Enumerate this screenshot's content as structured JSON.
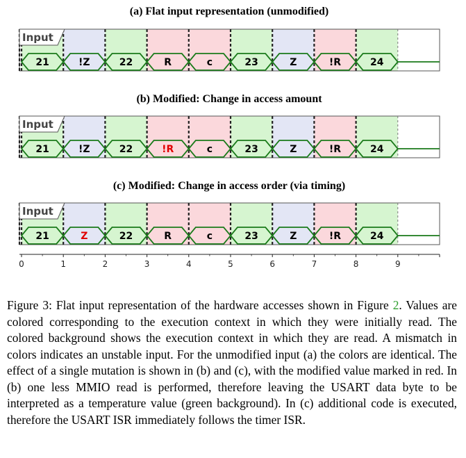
{
  "panels": [
    {
      "id": "a",
      "title": "(a) Flat input representation (unmodified)",
      "label": "Input",
      "cells": [
        {
          "text": "21",
          "text_color": "#000000",
          "bg": "green"
        },
        {
          "text": "!Z",
          "text_color": "#000000",
          "bg": "blue"
        },
        {
          "text": "22",
          "text_color": "#000000",
          "bg": "green"
        },
        {
          "text": "R",
          "text_color": "#000000",
          "bg": "red"
        },
        {
          "text": "c",
          "text_color": "#000000",
          "bg": "red"
        },
        {
          "text": "23",
          "text_color": "#000000",
          "bg": "green"
        },
        {
          "text": "Z",
          "text_color": "#000000",
          "bg": "blue"
        },
        {
          "text": "!R",
          "text_color": "#000000",
          "bg": "red"
        },
        {
          "text": "24",
          "text_color": "#000000",
          "bg": "green"
        }
      ]
    },
    {
      "id": "b",
      "title": "(b) Modified: Change in access amount",
      "label": "Input",
      "cells": [
        {
          "text": "21",
          "text_color": "#000000",
          "bg": "green"
        },
        {
          "text": "!Z",
          "text_color": "#000000",
          "bg": "blue"
        },
        {
          "text": "22",
          "text_color": "#000000",
          "bg": "green"
        },
        {
          "text": "!R",
          "text_color": "#e00000",
          "bg": "red"
        },
        {
          "text": "c",
          "text_color": "#000000",
          "bg": "red"
        },
        {
          "text": "23",
          "text_color": "#000000",
          "bg": "green"
        },
        {
          "text": "Z",
          "text_color": "#000000",
          "bg": "blue"
        },
        {
          "text": "!R",
          "text_color": "#000000",
          "bg": "red"
        },
        {
          "text": "24",
          "text_color": "#000000",
          "bg": "green"
        }
      ]
    },
    {
      "id": "c",
      "title": "(c) Modified: Change in access order (via timing)",
      "label": "Input",
      "cells": [
        {
          "text": "21",
          "text_color": "#000000",
          "bg": "green"
        },
        {
          "text": "Z",
          "text_color": "#e00000",
          "bg": "blue"
        },
        {
          "text": "22",
          "text_color": "#000000",
          "bg": "green"
        },
        {
          "text": "R",
          "text_color": "#000000",
          "bg": "red"
        },
        {
          "text": "c",
          "text_color": "#000000",
          "bg": "red"
        },
        {
          "text": "23",
          "text_color": "#000000",
          "bg": "green"
        },
        {
          "text": "Z",
          "text_color": "#000000",
          "bg": "blue"
        },
        {
          "text": "!R",
          "text_color": "#000000",
          "bg": "red"
        },
        {
          "text": "24",
          "text_color": "#000000",
          "bg": "green"
        }
      ]
    }
  ],
  "axis_ticks": [
    "0",
    "1",
    "2",
    "3",
    "4",
    "5",
    "6",
    "7",
    "8",
    "9"
  ],
  "colors": {
    "green": "#d6f5d0",
    "blue": "#e3e6f5",
    "red": "#fbd8dc",
    "signal": "#1a7a1a",
    "modified_text": "#e00000",
    "figure_ref": "#2e9e2e"
  },
  "caption": {
    "part1": "Figure 3: Flat input representation of the hardware accesses shown in Figure ",
    "ref": "2",
    "part2": ". Values are colored corresponding to the execution context in which they were initially read. The colored background shows the execution context in which they are read. A mismatch in colors indicates an unstable input. For the unmodified input (a) the colors are identical. The effect of a single mutation is shown in (b) and (c), with the modified value marked in red. In (b) one less MMIO read is performed, therefore leaving the USART data byte to be interpreted as a temperature value (green background). In (c) additional code is executed, therefore the USART ISR immediately follows the timer ISR."
  }
}
